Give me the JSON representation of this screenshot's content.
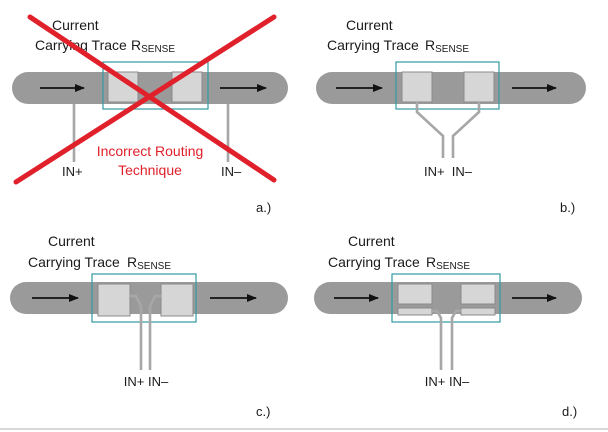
{
  "panels": {
    "a": {
      "title_line1": "Current",
      "title_line2": "Carrying Trace",
      "rsense_main": "R",
      "rsense_sub": "SENSE",
      "pin_plus": "IN+",
      "pin_minus": "IN–",
      "warning_line1": "Incorrect Routing",
      "warning_line2": "Technique",
      "letter": "a.)"
    },
    "b": {
      "title_line1": "Current",
      "title_line2": "Carrying Trace",
      "rsense_main": "R",
      "rsense_sub": "SENSE",
      "pins": "IN+  IN–",
      "letter": "b.)"
    },
    "c": {
      "title_line1": "Current",
      "title_line2": "Carrying Trace",
      "rsense_main": "R",
      "rsense_sub": "SENSE",
      "pins": "IN+ IN–",
      "letter": "c.)"
    },
    "d": {
      "title_line1": "Current",
      "title_line2": "Carrying Trace",
      "rsense_main": "R",
      "rsense_sub": "SENSE",
      "pins": "IN+ IN–",
      "letter": "d.)"
    }
  },
  "colors": {
    "trace": "#9a9a9a",
    "pad": "#d6d6d6",
    "frame": "#2f9aa4",
    "wire": "#a7a7a7",
    "cross": "#e0202a"
  }
}
